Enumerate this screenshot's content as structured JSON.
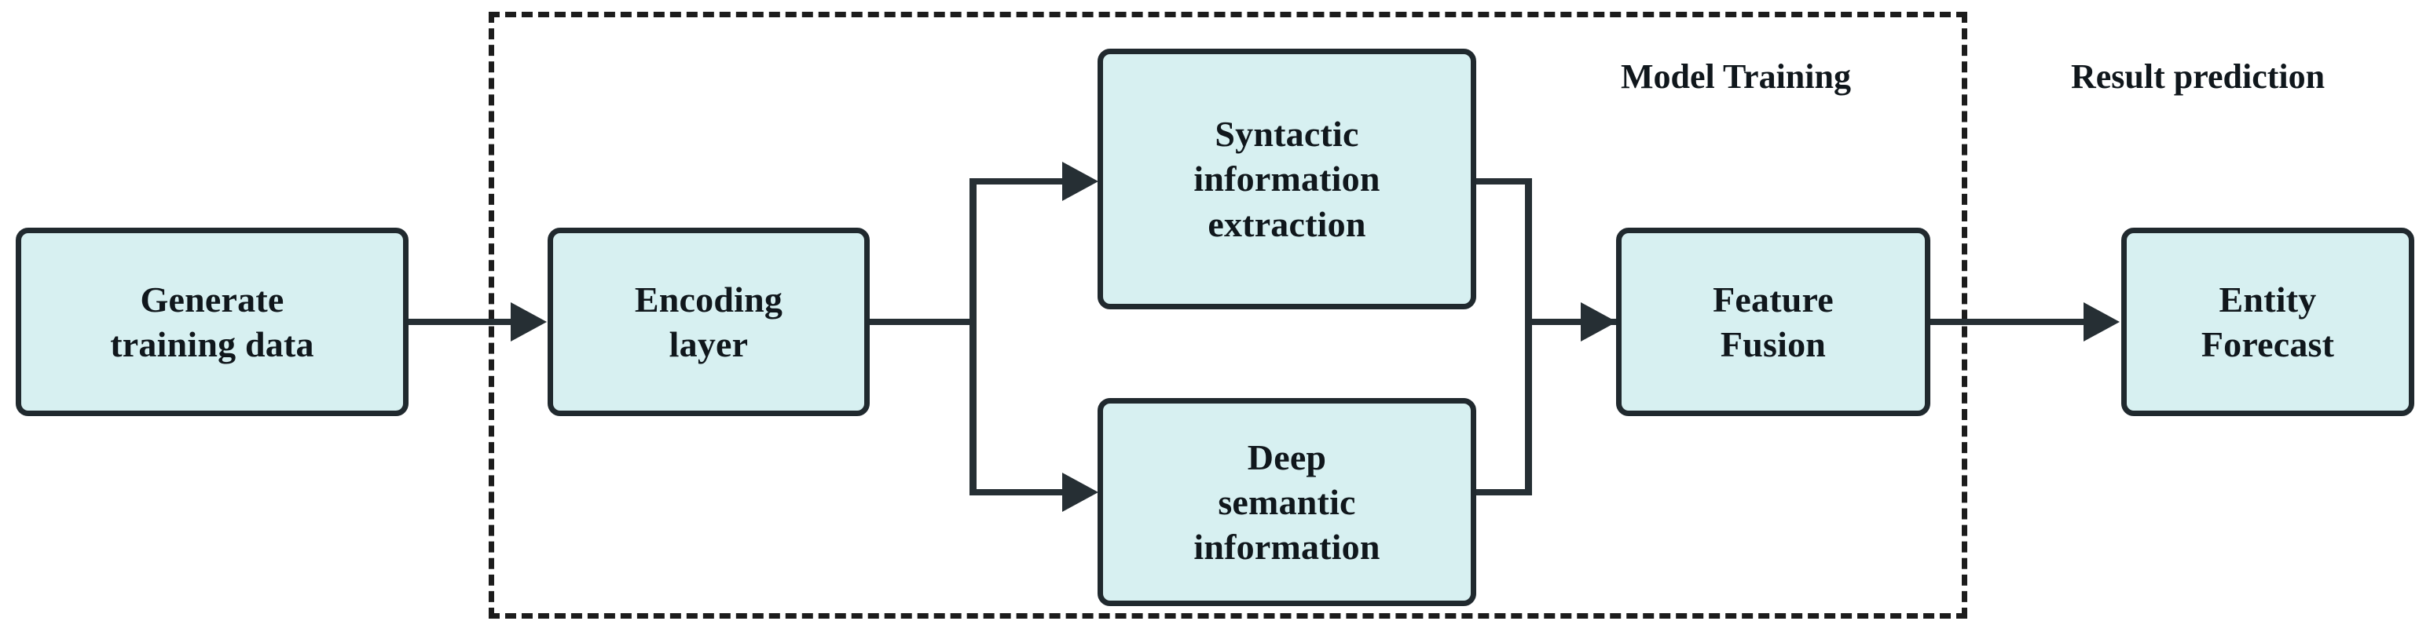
{
  "figure": {
    "type": "flow-diagram",
    "title": "Model pipeline flow diagram",
    "colors": {
      "box_fill": "#d7f0f1",
      "box_border": "#20292e",
      "connector": "#262f34",
      "dashed_border": "#1c1c1c",
      "background": "#ffffff",
      "text": "#10171c"
    }
  },
  "captions": {
    "model_training": "Model Training",
    "result_prediction": "Result prediction"
  },
  "nodes": {
    "generate_training_data": "Generate\ntraining data",
    "encoding_layer": "Encoding\nlayer",
    "syntactic_information_extraction": "Syntactic\ninformation\nextraction",
    "deep_semantic_information": "Deep\nsemantic\ninformation",
    "feature_fusion": "Feature\nFusion",
    "entity_forecast": "Entity\nForecast"
  },
  "edges": [
    {
      "from": "generate_training_data",
      "to": "encoding_layer",
      "style": "arrow"
    },
    {
      "from": "encoding_layer",
      "to": "syntactic_information_extraction",
      "style": "branch-arrow"
    },
    {
      "from": "encoding_layer",
      "to": "deep_semantic_information",
      "style": "branch-arrow"
    },
    {
      "from": "syntactic_information_extraction",
      "to": "feature_fusion",
      "style": "merge-arrow"
    },
    {
      "from": "deep_semantic_information",
      "to": "feature_fusion",
      "style": "merge-arrow"
    },
    {
      "from": "feature_fusion",
      "to": "entity_forecast",
      "style": "arrow"
    }
  ],
  "groups": [
    {
      "id": "model_training_group",
      "label": "Model Training",
      "border": "dashed"
    }
  ]
}
